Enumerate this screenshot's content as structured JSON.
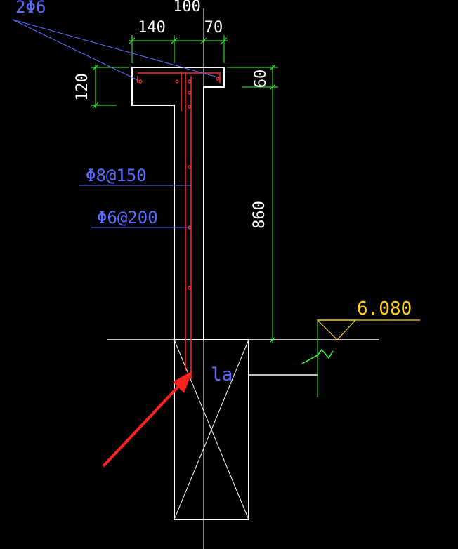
{
  "colors": {
    "background": "#000000",
    "outline": "#ffffff",
    "dimension": "#33ff33",
    "leader": "#5a6cff",
    "rebar": "#ff2b2b",
    "elevation": "#ffd21f",
    "highlight_arrow": "#ff2020"
  },
  "drawing": {
    "dimensions": {
      "top_overall": "100",
      "top_left": "140",
      "top_right": "70",
      "flange_depth": "120",
      "right_top": "60",
      "wall_height": "860"
    },
    "notes": {
      "top_bars": "2Φ6",
      "vertical_bars": "Φ8@150",
      "distribution_bars": "Φ6@200",
      "anchorage": "la"
    },
    "elevation": {
      "value": "6.080"
    },
    "icons": {
      "pointer": "red-arrow-icon",
      "break_line": "zigzag-break-icon",
      "level_marker": "elevation-triangle-icon"
    }
  }
}
